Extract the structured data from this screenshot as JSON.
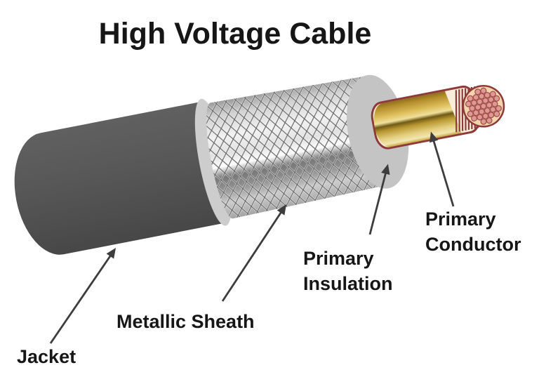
{
  "title": "High Voltage Cable",
  "parts": {
    "jacket": {
      "label": "Jacket"
    },
    "metallic_sheath": {
      "label": "Metallic Sheath"
    },
    "primary_insulation": {
      "line1": "Primary",
      "line2": "Insulation"
    },
    "primary_conductor": {
      "line1": "Primary",
      "line2": "Conductor"
    }
  },
  "colors": {
    "background": "#ffffff",
    "label_text": "#161616",
    "arrow": "#3d3d3d",
    "jacket_gray": "#565656",
    "jacket_rim_gray": "#cdcdcd",
    "sheath_silver": "#d9d9d9",
    "sheath_mesh_line": "#6a6a6a",
    "insulation_face_gray": "#c4c4c4",
    "conductor_gold": "#d2a839",
    "conductor_outline_maroon": "#8e3a3a",
    "strand_pink": "#db9a95",
    "strand_outline": "#a34a46",
    "strand_bed_peach": "#f2d4ad",
    "stripe_bed_cream": "#f7edd8"
  }
}
